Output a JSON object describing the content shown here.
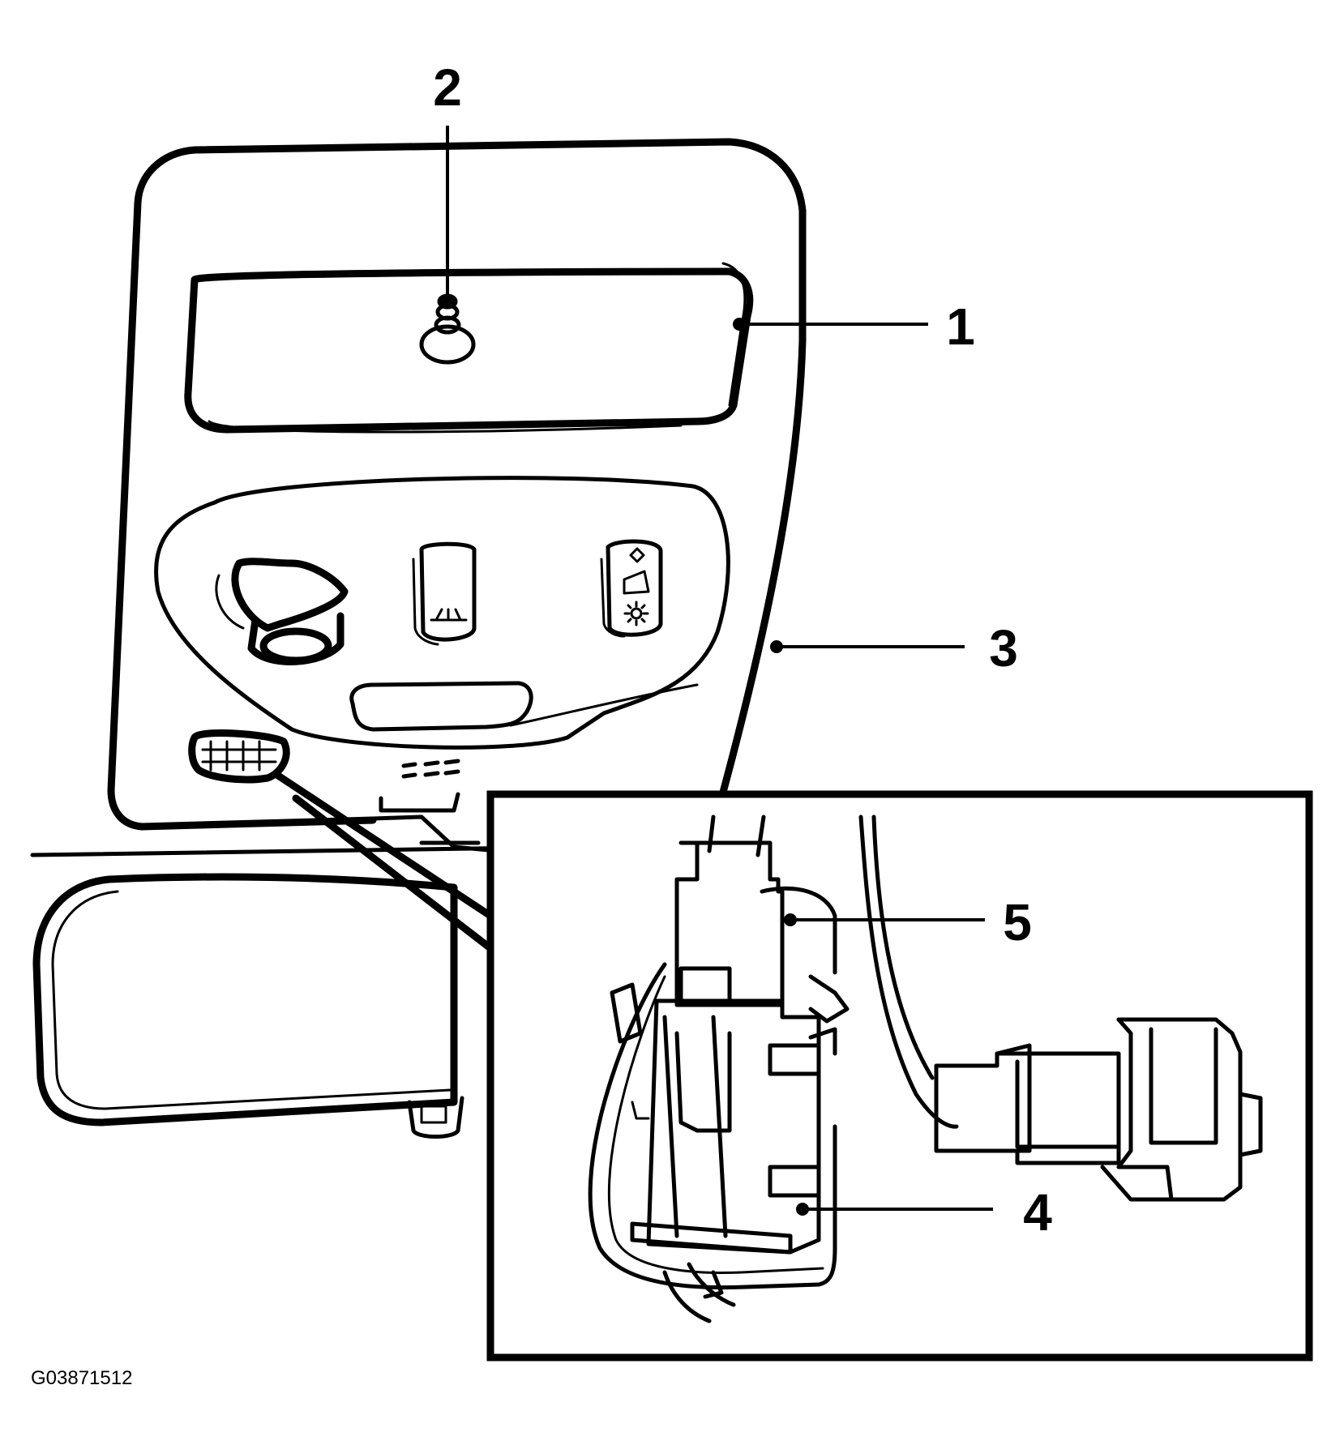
{
  "figure_id": "G03871512",
  "callouts": [
    {
      "id": "1",
      "label": "1"
    },
    {
      "id": "2",
      "label": "2"
    },
    {
      "id": "3",
      "label": "3"
    },
    {
      "id": "4",
      "label": "4"
    },
    {
      "id": "5",
      "label": "5"
    }
  ],
  "colors": {
    "ink": "#000000",
    "paper": "#ffffff"
  }
}
